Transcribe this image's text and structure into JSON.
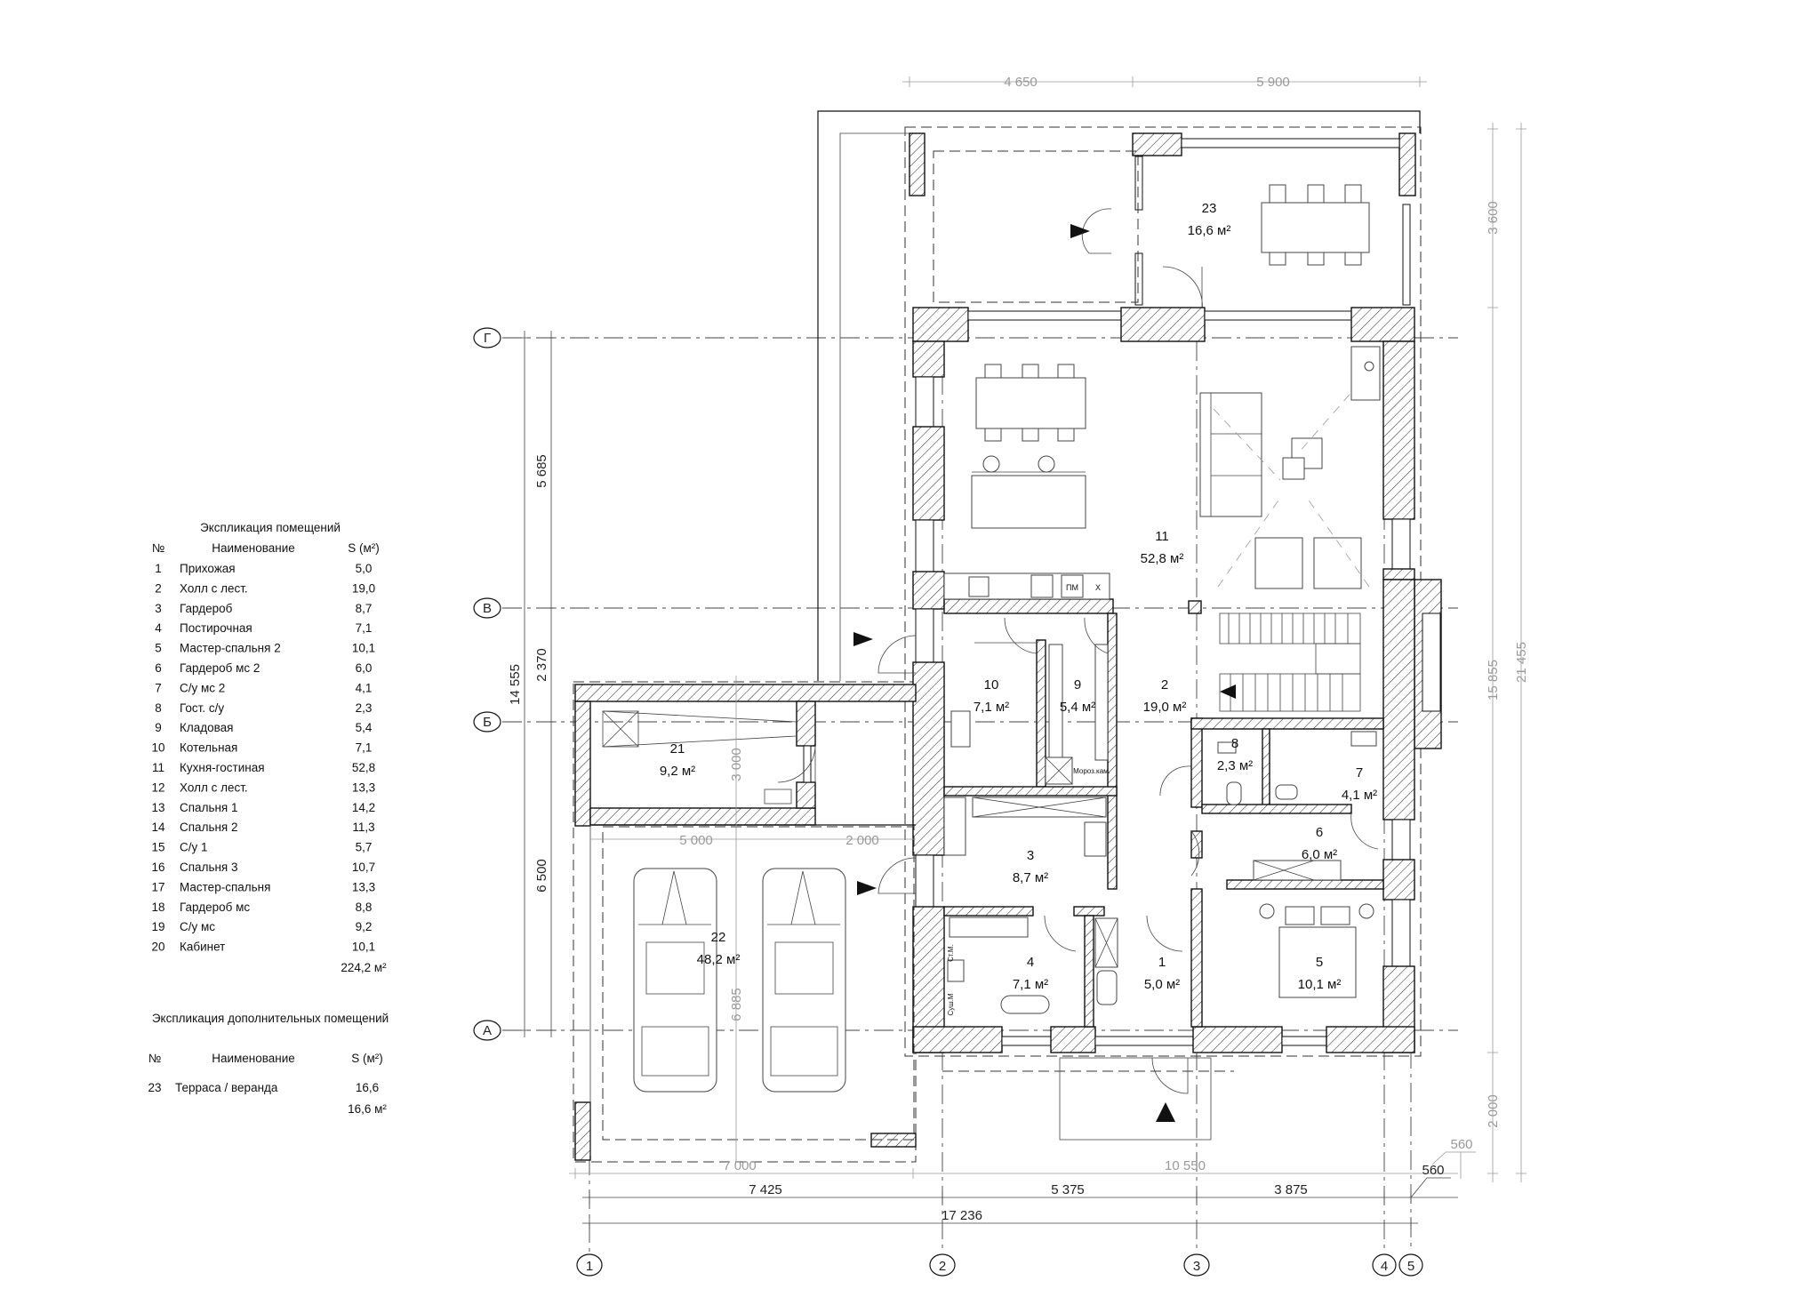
{
  "legend_main": {
    "title": "Экспликация помещений",
    "headers": {
      "num": "№",
      "name": "Наименование",
      "area": "S (м²)"
    },
    "rows": [
      {
        "num": "1",
        "name": "Прихожая",
        "area": "5,0"
      },
      {
        "num": "2",
        "name": "Холл с лест.",
        "area": "19,0"
      },
      {
        "num": "3",
        "name": "Гардероб",
        "area": "8,7"
      },
      {
        "num": "4",
        "name": "Постирочная",
        "area": "7,1"
      },
      {
        "num": "5",
        "name": "Мастер-спальня 2",
        "area": "10,1"
      },
      {
        "num": "6",
        "name": "Гардероб мс 2",
        "area": "6,0"
      },
      {
        "num": "7",
        "name": "С/у мс 2",
        "area": "4,1"
      },
      {
        "num": "8",
        "name": "Гост. с/у",
        "area": "2,3"
      },
      {
        "num": "9",
        "name": "Кладовая",
        "area": "5,4"
      },
      {
        "num": "10",
        "name": "Котельная",
        "area": "7,1"
      },
      {
        "num": "11",
        "name": "Кухня-гостиная",
        "area": "52,8"
      },
      {
        "num": "12",
        "name": "Холл с лест.",
        "area": "13,3"
      },
      {
        "num": "13",
        "name": "Спальня 1",
        "area": "14,2"
      },
      {
        "num": "14",
        "name": "Спальня 2",
        "area": "11,3"
      },
      {
        "num": "15",
        "name": "С/у 1",
        "area": "5,7"
      },
      {
        "num": "16",
        "name": "Спальня 3",
        "area": "10,7"
      },
      {
        "num": "17",
        "name": "Мастер-спальня",
        "area": "13,3"
      },
      {
        "num": "18",
        "name": "Гардероб мс",
        "area": "8,8"
      },
      {
        "num": "19",
        "name": "С/у мс",
        "area": "9,2"
      },
      {
        "num": "20",
        "name": "Кабинет",
        "area": "10,1"
      }
    ],
    "total": "224,2 м²"
  },
  "legend_extra": {
    "title": "Экспликация дополнительных помещений",
    "headers": {
      "num": "№",
      "name": "Наименование",
      "area": "S (м²)"
    },
    "rows": [
      {
        "num": "23",
        "name": "Терраса / веранда",
        "area": "16,6"
      }
    ],
    "total": "16,6 м²"
  },
  "rooms": [
    {
      "num": "1",
      "area": "5,0 м²"
    },
    {
      "num": "2",
      "area": "19,0 м²"
    },
    {
      "num": "3",
      "area": "8,7 м²"
    },
    {
      "num": "4",
      "area": "7,1 м²"
    },
    {
      "num": "5",
      "area": "10,1 м²"
    },
    {
      "num": "6",
      "area": "6,0 м²"
    },
    {
      "num": "7",
      "area": "4,1 м²"
    },
    {
      "num": "8",
      "area": "2,3 м²"
    },
    {
      "num": "9",
      "area": "5,4 м²"
    },
    {
      "num": "10",
      "area": "7,1 м²"
    },
    {
      "num": "11",
      "area": "52,8 м²"
    },
    {
      "num": "21",
      "area": "9,2 м²"
    },
    {
      "num": "22",
      "area": "48,2 м²"
    },
    {
      "num": "23",
      "area": "16,6 м²"
    }
  ],
  "axes": {
    "rows": [
      "Г",
      "В",
      "Б",
      "А"
    ],
    "cols": [
      "1",
      "2",
      "3",
      "4",
      "5"
    ]
  },
  "dimensions": {
    "top": [
      "4 650",
      "5 900"
    ],
    "left_outer": "14 555",
    "left_inner": [
      "5 685",
      "2 370",
      "6 500"
    ],
    "right_inner": [
      "3 600",
      "15 855",
      "2 000"
    ],
    "right_outer": "21 455",
    "bottom_gray": [
      "7 000",
      "10 550",
      "560"
    ],
    "bottom_chain": [
      "7 425",
      "5 375",
      "3 875",
      "560"
    ],
    "bottom_total": "17 236",
    "garage": [
      "5 000",
      "2 000",
      "3 000",
      "6 885"
    ]
  },
  "fixtures": {
    "dishwasher": "ПМ",
    "fridge": "Х",
    "freezer": "Мороз.кам.",
    "washer": "Ст.М.",
    "dryer": "Суш.М"
  }
}
